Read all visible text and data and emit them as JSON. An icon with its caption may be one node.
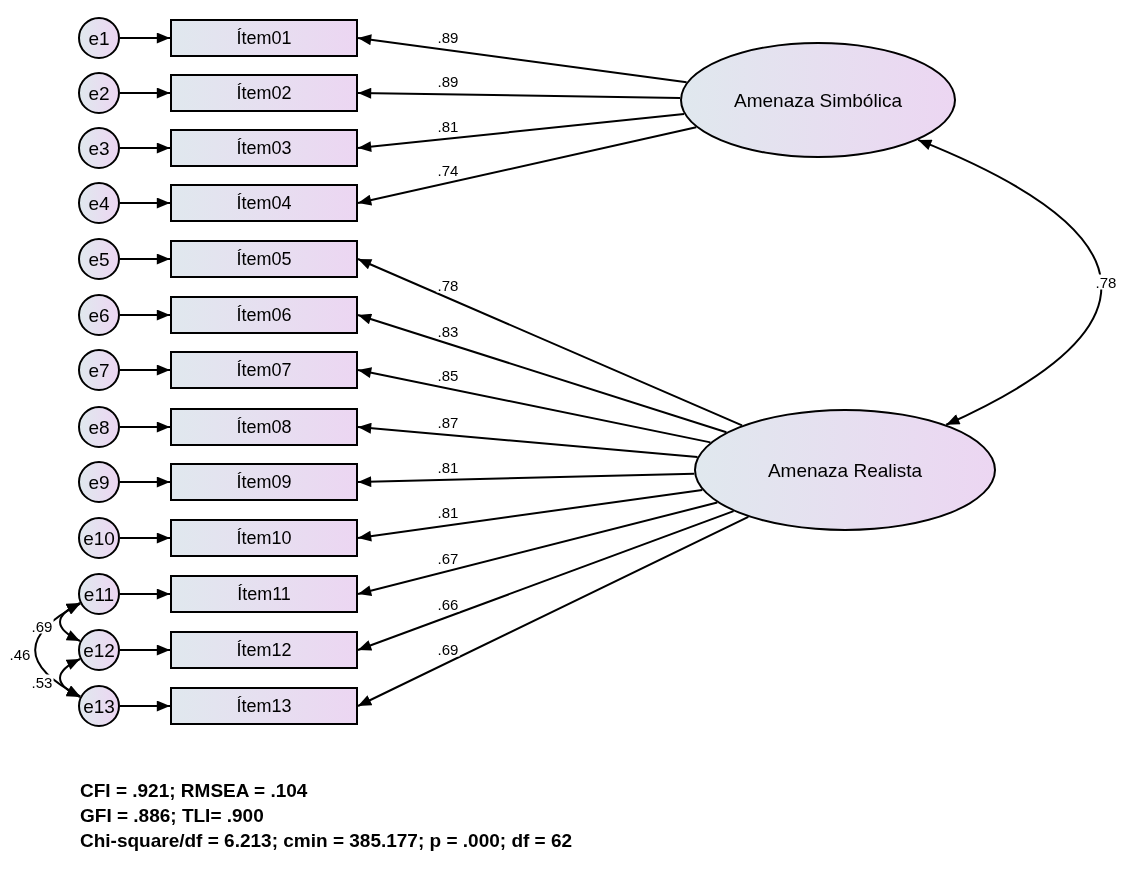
{
  "diagram": {
    "nodes": [
      {
        "text": [
          "e1"
        ]
      },
      {
        "text": [
          "e2"
        ]
      },
      {
        "text": [
          "e3"
        ]
      },
      {
        "text": [
          "e4"
        ]
      },
      {
        "text": [
          "e5"
        ]
      },
      {
        "text": [
          "e6"
        ]
      },
      {
        "text": [
          "e7"
        ]
      },
      {
        "text": [
          "e8"
        ]
      },
      {
        "text": [
          "e9"
        ]
      },
      {
        "text": [
          "e10"
        ]
      },
      {
        "text": [
          "e11"
        ]
      },
      {
        "text": [
          "e12"
        ]
      },
      {
        "text": [
          "e13"
        ]
      },
      {
        "text": [
          "Ítem01"
        ]
      },
      {
        "text": [
          "Ítem02"
        ]
      },
      {
        "text": [
          "Ítem03"
        ]
      },
      {
        "text": [
          "Ítem04"
        ]
      },
      {
        "text": [
          "Ítem05"
        ]
      },
      {
        "text": [
          "Ítem06"
        ]
      },
      {
        "text": [
          "Ítem07"
        ]
      },
      {
        "text": [
          "Ítem08"
        ]
      },
      {
        "text": [
          "Ítem09"
        ]
      },
      {
        "text": [
          "Ítem10"
        ]
      },
      {
        "text": [
          "Ítem11"
        ]
      },
      {
        "text": [
          "Ítem12"
        ]
      },
      {
        "text": [
          "Ítem13"
        ]
      },
      {
        "text": [
          "Amenaza Simbólica"
        ]
      },
      {
        "text": [
          "Amenaza Realista"
        ]
      }
    ],
    "edges": [
      {
        "from": 0,
        "to": 13,
        "arrow": "to"
      },
      {
        "from": 1,
        "to": 14,
        "arrow": "to"
      },
      {
        "from": 2,
        "to": 15,
        "arrow": "to"
      },
      {
        "from": 3,
        "to": 16,
        "arrow": "to"
      },
      {
        "from": 4,
        "to": 17,
        "arrow": "to"
      },
      {
        "from": 5,
        "to": 18,
        "arrow": "to"
      },
      {
        "from": 6,
        "to": 19,
        "arrow": "to"
      },
      {
        "from": 7,
        "to": 20,
        "arrow": "to"
      },
      {
        "from": 8,
        "to": 21,
        "arrow": "to"
      },
      {
        "from": 9,
        "to": 22,
        "arrow": "to"
      },
      {
        "from": 10,
        "to": 23,
        "arrow": "to"
      },
      {
        "from": 11,
        "to": 24,
        "arrow": "to"
      },
      {
        "from": 12,
        "to": 25,
        "arrow": "to"
      },
      {
        "from": 26,
        "to": 13,
        "arrow": "to",
        "label": ".89"
      },
      {
        "from": 26,
        "to": 14,
        "arrow": "to",
        "label": ".89"
      },
      {
        "from": 26,
        "to": 15,
        "arrow": "to",
        "label": ".81"
      },
      {
        "from": 26,
        "to": 16,
        "arrow": "to",
        "label": ".74"
      },
      {
        "from": 27,
        "to": 17,
        "arrow": "to",
        "label": ".78"
      },
      {
        "from": 27,
        "to": 18,
        "arrow": "to",
        "label": ".83"
      },
      {
        "from": 27,
        "to": 19,
        "arrow": "to",
        "label": ".85"
      },
      {
        "from": 27,
        "to": 20,
        "arrow": "to",
        "label": ".87"
      },
      {
        "from": 27,
        "to": 21,
        "arrow": "to",
        "label": ".81"
      },
      {
        "from": 27,
        "to": 22,
        "arrow": "to",
        "label": ".81"
      },
      {
        "from": 27,
        "to": 23,
        "arrow": "to",
        "label": ".67"
      },
      {
        "from": 27,
        "to": 24,
        "arrow": "to",
        "label": ".66"
      },
      {
        "from": 27,
        "to": 25,
        "arrow": "to",
        "label": ".69"
      },
      {
        "from": 26,
        "to": 27,
        "arrow": "both",
        "label": ".78"
      },
      {
        "from": 10,
        "to": 11,
        "arrow": "both",
        "label": ".69"
      },
      {
        "from": 11,
        "to": 12,
        "arrow": "both",
        "label": ".53"
      },
      {
        "from": 10,
        "to": 12,
        "arrow": "both",
        "label": ".46"
      }
    ],
    "labels": [
      "CFI = .921; RMSEA = .104",
      "GFI = .886; TLI= .900",
      "Chi-square/df = 6.213; cmin = 385.177; p = .000; df = 62"
    ]
  }
}
